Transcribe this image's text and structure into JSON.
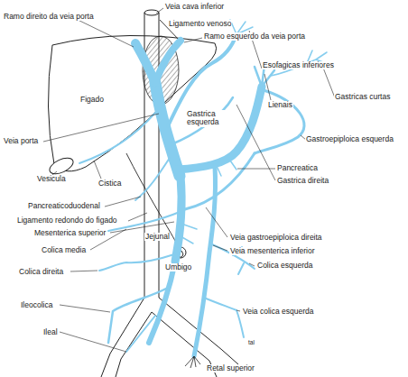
{
  "diagram": {
    "labels": [
      "Ramo direito da veia porta",
      "Veia cava inferior",
      "Ligamento venoso",
      "Ramo esquerdo da veia porta",
      "Esofagicas inferiores",
      "Gastricas curtas",
      "Figado",
      "Lienais",
      "Gastrica esquerda",
      "Gastroepiploica esquerda",
      "Veia porta",
      "Pancreatica",
      "Vesicula",
      "Gastrica direita",
      "Cistica",
      "Pancreaticoduodenal",
      "Ligamento redondo do figado",
      "Mesenterica superior",
      "Jejunal",
      "Veia gastroepiploica direita",
      "Colica media",
      "Veia mesenterica inferior",
      "Umbigo",
      "Colica esquerda",
      "Colica direita",
      "Ileocolica",
      "Veia colica esquerda",
      "Ileal",
      "tal",
      "Retal superior"
    ]
  }
}
